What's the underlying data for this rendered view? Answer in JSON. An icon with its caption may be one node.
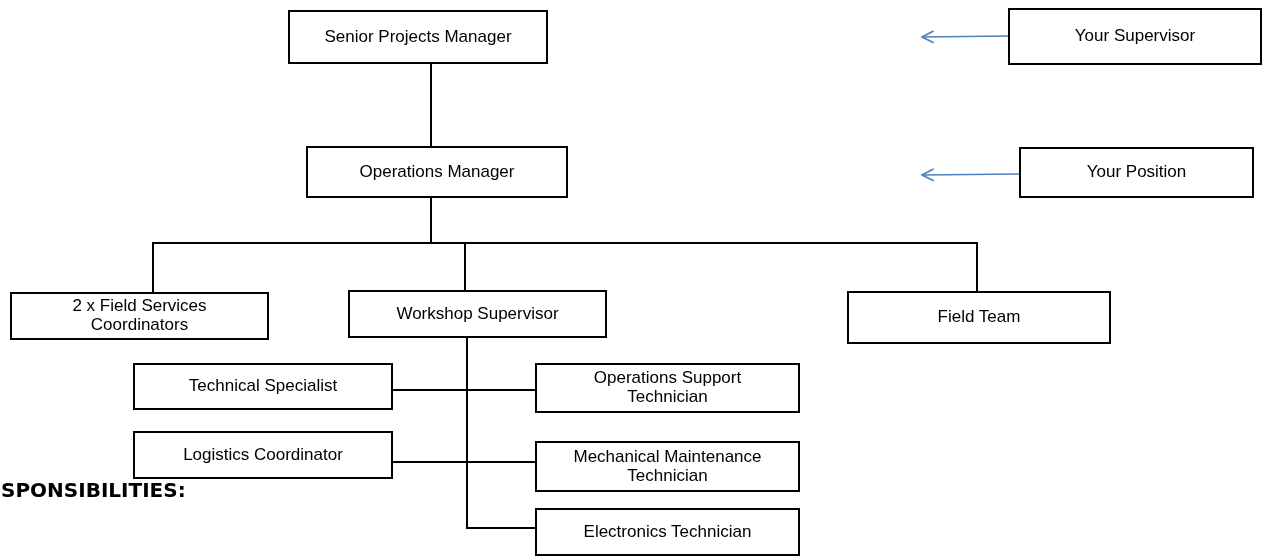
{
  "diagram": {
    "nodes": [
      {
        "text": [
          "Senior Projects Manager"
        ]
      },
      {
        "text": [
          "Operations Manager"
        ]
      },
      {
        "text": [
          "2 x Field Services Coordinators"
        ]
      },
      {
        "text": [
          "Workshop Supervisor"
        ]
      },
      {
        "text": [
          "Field Team"
        ]
      },
      {
        "text": [
          "Technical Specialist"
        ]
      },
      {
        "text": [
          "Operations Support Technician"
        ]
      },
      {
        "text": [
          "Logistics Coordinator"
        ]
      },
      {
        "text": [
          "Mechanical Maintenance Technician"
        ]
      },
      {
        "text": [
          "Electronics Technician"
        ]
      },
      {
        "text": [
          "Your Supervisor"
        ]
      },
      {
        "text": [
          "Your Position"
        ]
      }
    ],
    "edges": [
      {
        "from": 0,
        "to": 1,
        "arrow": "none"
      },
      {
        "from": 1,
        "to": 2,
        "arrow": "none"
      },
      {
        "from": 1,
        "to": 3,
        "arrow": "none"
      },
      {
        "from": 1,
        "to": 4,
        "arrow": "none"
      },
      {
        "from": 3,
        "to": 5,
        "arrow": "none"
      },
      {
        "from": 3,
        "to": 6,
        "arrow": "none"
      },
      {
        "from": 3,
        "to": 7,
        "arrow": "none"
      },
      {
        "from": 3,
        "to": 8,
        "arrow": "none"
      },
      {
        "from": 3,
        "to": 9,
        "arrow": "none"
      },
      {
        "from": 10,
        "to": null,
        "arrow": "to",
        "color": "#4f81bd"
      },
      {
        "from": 11,
        "to": null,
        "arrow": "to",
        "color": "#4f81bd"
      }
    ],
    "labels": [
      "SPONSIBILITIES:"
    ]
  }
}
